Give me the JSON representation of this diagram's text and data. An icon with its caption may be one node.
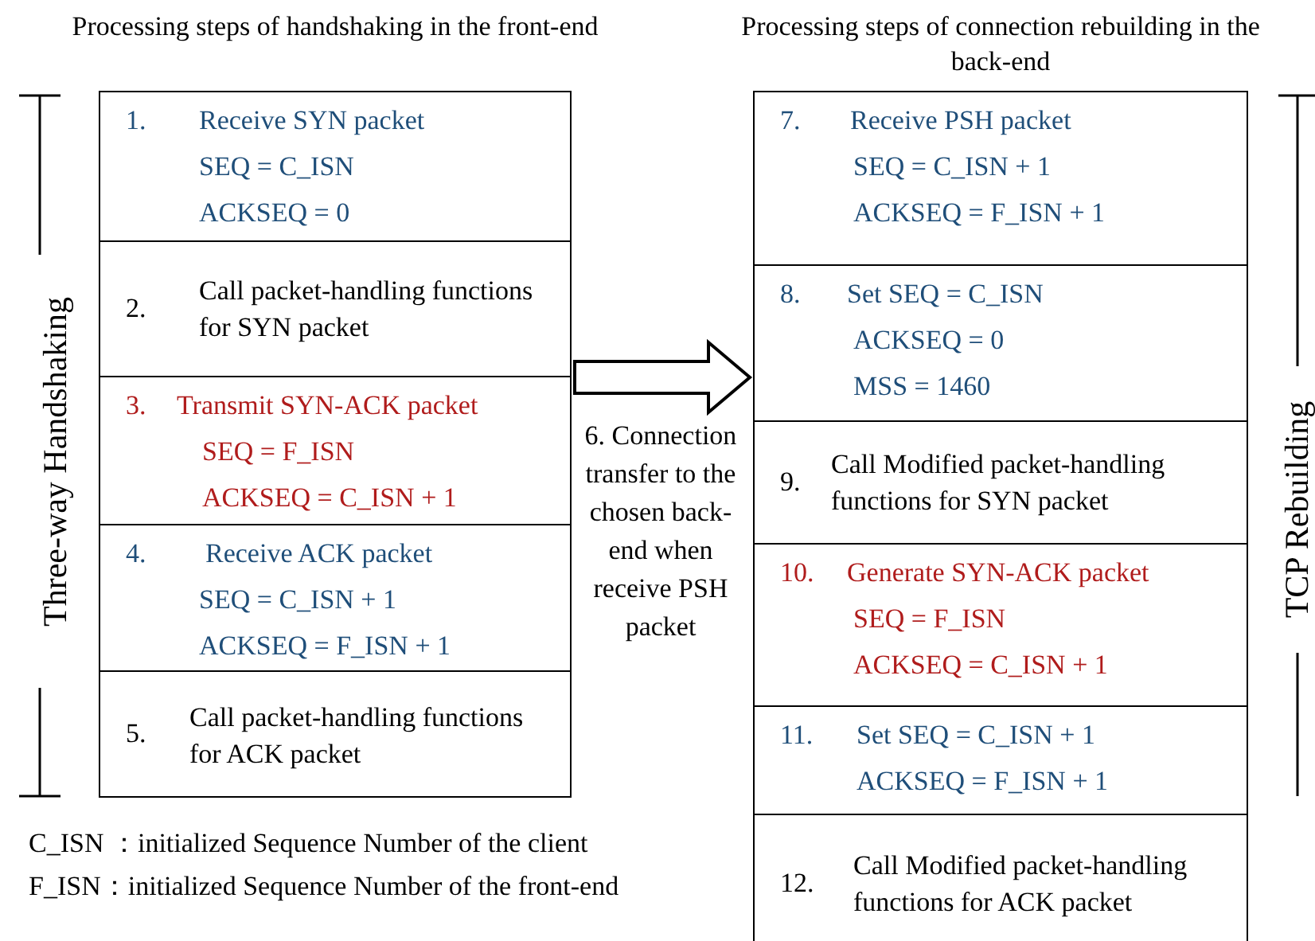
{
  "diagram": {
    "nodes": [
      {
        "text": [
          "Processing steps of handshaking in the front-end"
        ]
      },
      {
        "text": [
          "1.",
          "Receive SYN packet",
          "SEQ = C_ISN",
          "ACKSEQ = 0"
        ],
        "in": 0
      },
      {
        "text": [
          "2.",
          "Call packet-handling functions for SYN packet"
        ],
        "in": 0
      },
      {
        "text": [
          "3.",
          "Transmit SYN-ACK packet",
          "SEQ = F_ISN",
          "ACKSEQ = C_ISN + 1"
        ],
        "in": 0
      },
      {
        "text": [
          "4.",
          "Receive ACK packet",
          "SEQ = C_ISN + 1",
          "ACKSEQ = F_ISN + 1"
        ],
        "in": 0
      },
      {
        "text": [
          "5.",
          "Call packet-handling functions for ACK packet"
        ],
        "in": 0
      },
      {
        "text": [
          "Processing steps of connection rebuilding in the back-end"
        ]
      },
      {
        "text": [
          "7.",
          "Receive PSH packet",
          "SEQ = C_ISN + 1",
          "ACKSEQ = F_ISN + 1"
        ],
        "in": 6
      },
      {
        "text": [
          "8.",
          "Set SEQ = C_ISN",
          "ACKSEQ = 0",
          "MSS = 1460"
        ],
        "in": 6
      },
      {
        "text": [
          "9.",
          "Call Modified packet-handling functions for SYN packet"
        ],
        "in": 6
      },
      {
        "text": [
          "10.",
          "Generate SYN-ACK packet",
          "SEQ = F_ISN",
          "ACKSEQ = C_ISN + 1"
        ],
        "in": 6
      },
      {
        "text": [
          "11.",
          "Set SEQ = C_ISN + 1",
          "ACKSEQ = F_ISN + 1"
        ],
        "in": 6
      },
      {
        "text": [
          "12.",
          "Call Modified packet-handling functions for ACK packet"
        ],
        "in": 6
      }
    ],
    "edges": [
      {
        "from": 0,
        "to": 6,
        "arrow": "to",
        "label": "6. Connection transfer to the chosen back-end when receive PSH packet"
      }
    ],
    "labels": [
      "Three-way Handshaking",
      "TCP Rebuilding",
      "C_ISN ：initialized Sequence Number of the client",
      "F_ISN：initialized Sequence Number of the front-end"
    ]
  }
}
